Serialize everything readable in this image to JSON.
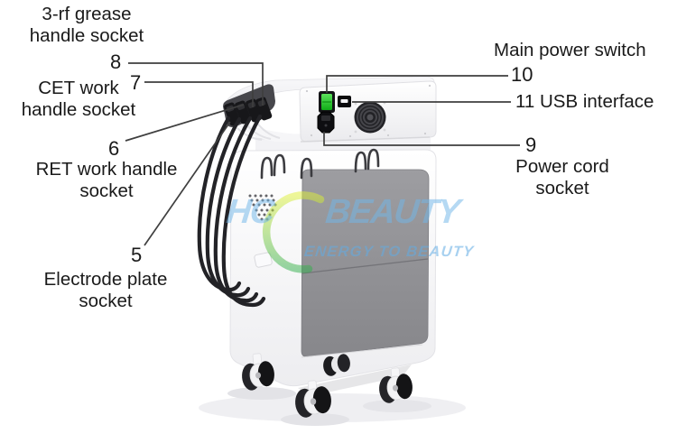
{
  "callouts": {
    "grease_handle_socket": {
      "number": "8",
      "line1": "3-rf grease",
      "line2": "handle socket"
    },
    "cet_work_handle_socket": {
      "number": "7",
      "line1": "CET work",
      "line2": "handle socket"
    },
    "ret_work_handle_socket": {
      "number": "6",
      "line1": "RET work handle",
      "line2": "socket"
    },
    "electrode_plate_socket": {
      "number": "5",
      "line1": "Electrode plate",
      "line2": "socket"
    },
    "main_power_switch": {
      "number": "10",
      "label": "Main power switch"
    },
    "usb_interface": {
      "label": "11 USB interface"
    },
    "power_cord_socket": {
      "number": "9",
      "line1": "Power cord",
      "line2": "socket"
    }
  },
  "watermark": {
    "brand_left": "HC",
    "brand_right": "BEAUTY",
    "tagline": "ENERGY TO BEAUTY"
  },
  "colors": {
    "label_text": "#1a1a1a",
    "leader_line": "#3f3f3f",
    "switch_green": "#22c52e",
    "back_panel_gray": "#919195",
    "cable_black": "#232327",
    "watermark_blue": "#72b6e8",
    "swoosh_yellow": "#dff035",
    "swoosh_green": "#2fae4a"
  }
}
